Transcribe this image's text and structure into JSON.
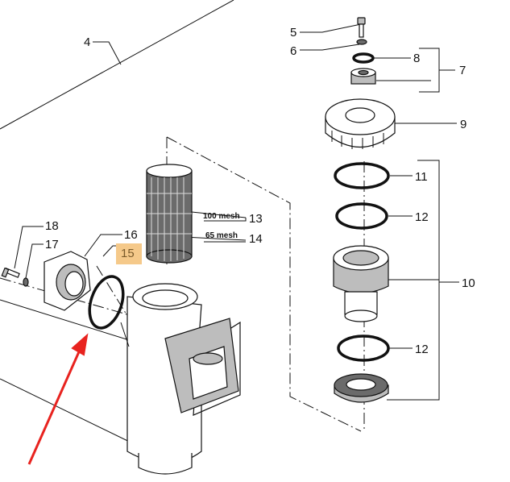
{
  "labels": {
    "l4": "4",
    "l5": "5",
    "l6": "6",
    "l7": "7",
    "l8": "8",
    "l9": "9",
    "l10": "10",
    "l11": "11",
    "l12a": "12",
    "l12b": "12",
    "l13": "13",
    "l14": "14",
    "l15": "15",
    "l16": "16",
    "l17": "17",
    "l18": "18",
    "mesh100": "100 mesh",
    "mesh65": "65 mesh"
  },
  "colors": {
    "highlight": "#f5c98a",
    "arrow": "#e8231f",
    "line": "#111111"
  }
}
